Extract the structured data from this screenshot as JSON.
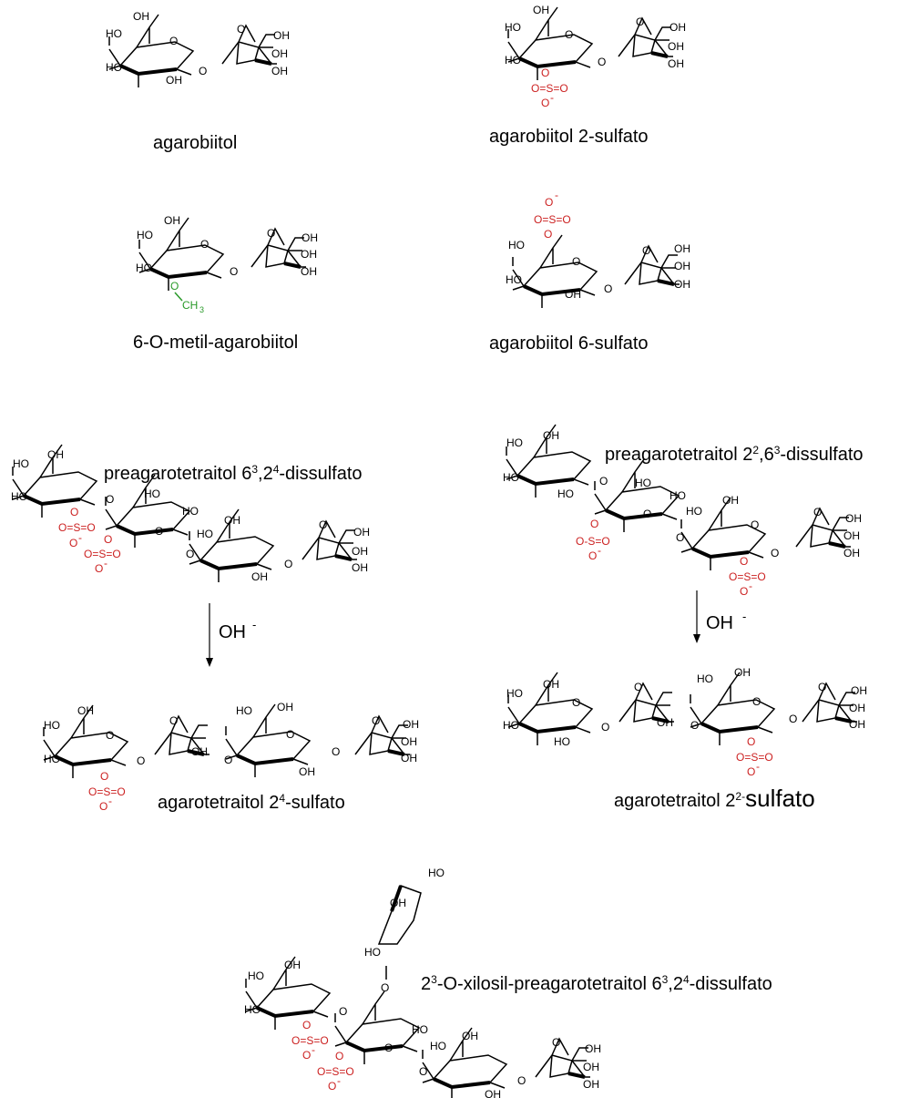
{
  "colors": {
    "bond": "#000000",
    "sulfate": "#cc2222",
    "methyl": "#2a9a2a"
  },
  "atoms": {
    "HO": "HO",
    "OH": "OH",
    "O": "O",
    "Sulfo": "O=S=O",
    "Sulfo_alt": "O-S=O",
    "minus": "-",
    "methyl": "CH",
    "methyl_sub": "3"
  },
  "compounds": [
    {
      "id": "agarobiitol",
      "label": "agarobiitol"
    },
    {
      "id": "agarobiitol-2-sulfato",
      "label": "agarobiitol 2-sulfato"
    },
    {
      "id": "6-o-metil-agarobiitol",
      "label": "6-O-metil-agarobiitol"
    },
    {
      "id": "agarobiitol-6-sulfato",
      "label": "agarobiitol 6-sulfato"
    },
    {
      "id": "preagarotetraitol-63-24",
      "label_parts": [
        "preagarotetraitol 6",
        "3",
        ",2",
        "4",
        "-dissulfato"
      ]
    },
    {
      "id": "preagarotetraitol-22-63",
      "label_parts": [
        "preagarotetraitol 2",
        "2",
        ",6",
        "3",
        "-dissulfato"
      ]
    },
    {
      "id": "agarotetraitol-24",
      "label_parts": [
        "agarotetraitol 2",
        "4",
        "-sulfato"
      ]
    },
    {
      "id": "agarotetraitol-22",
      "label_parts": [
        "agarotetraitol 2",
        "2",
        "-",
        "sulfato"
      ]
    },
    {
      "id": "xilosil",
      "label_parts": [
        "2",
        "3",
        "-O-xilosil-preagarotetraitol 6",
        "3",
        ",2",
        "4",
        "-dissulfato"
      ]
    }
  ],
  "reaction": {
    "reagent": "OH",
    "charge": "-"
  }
}
